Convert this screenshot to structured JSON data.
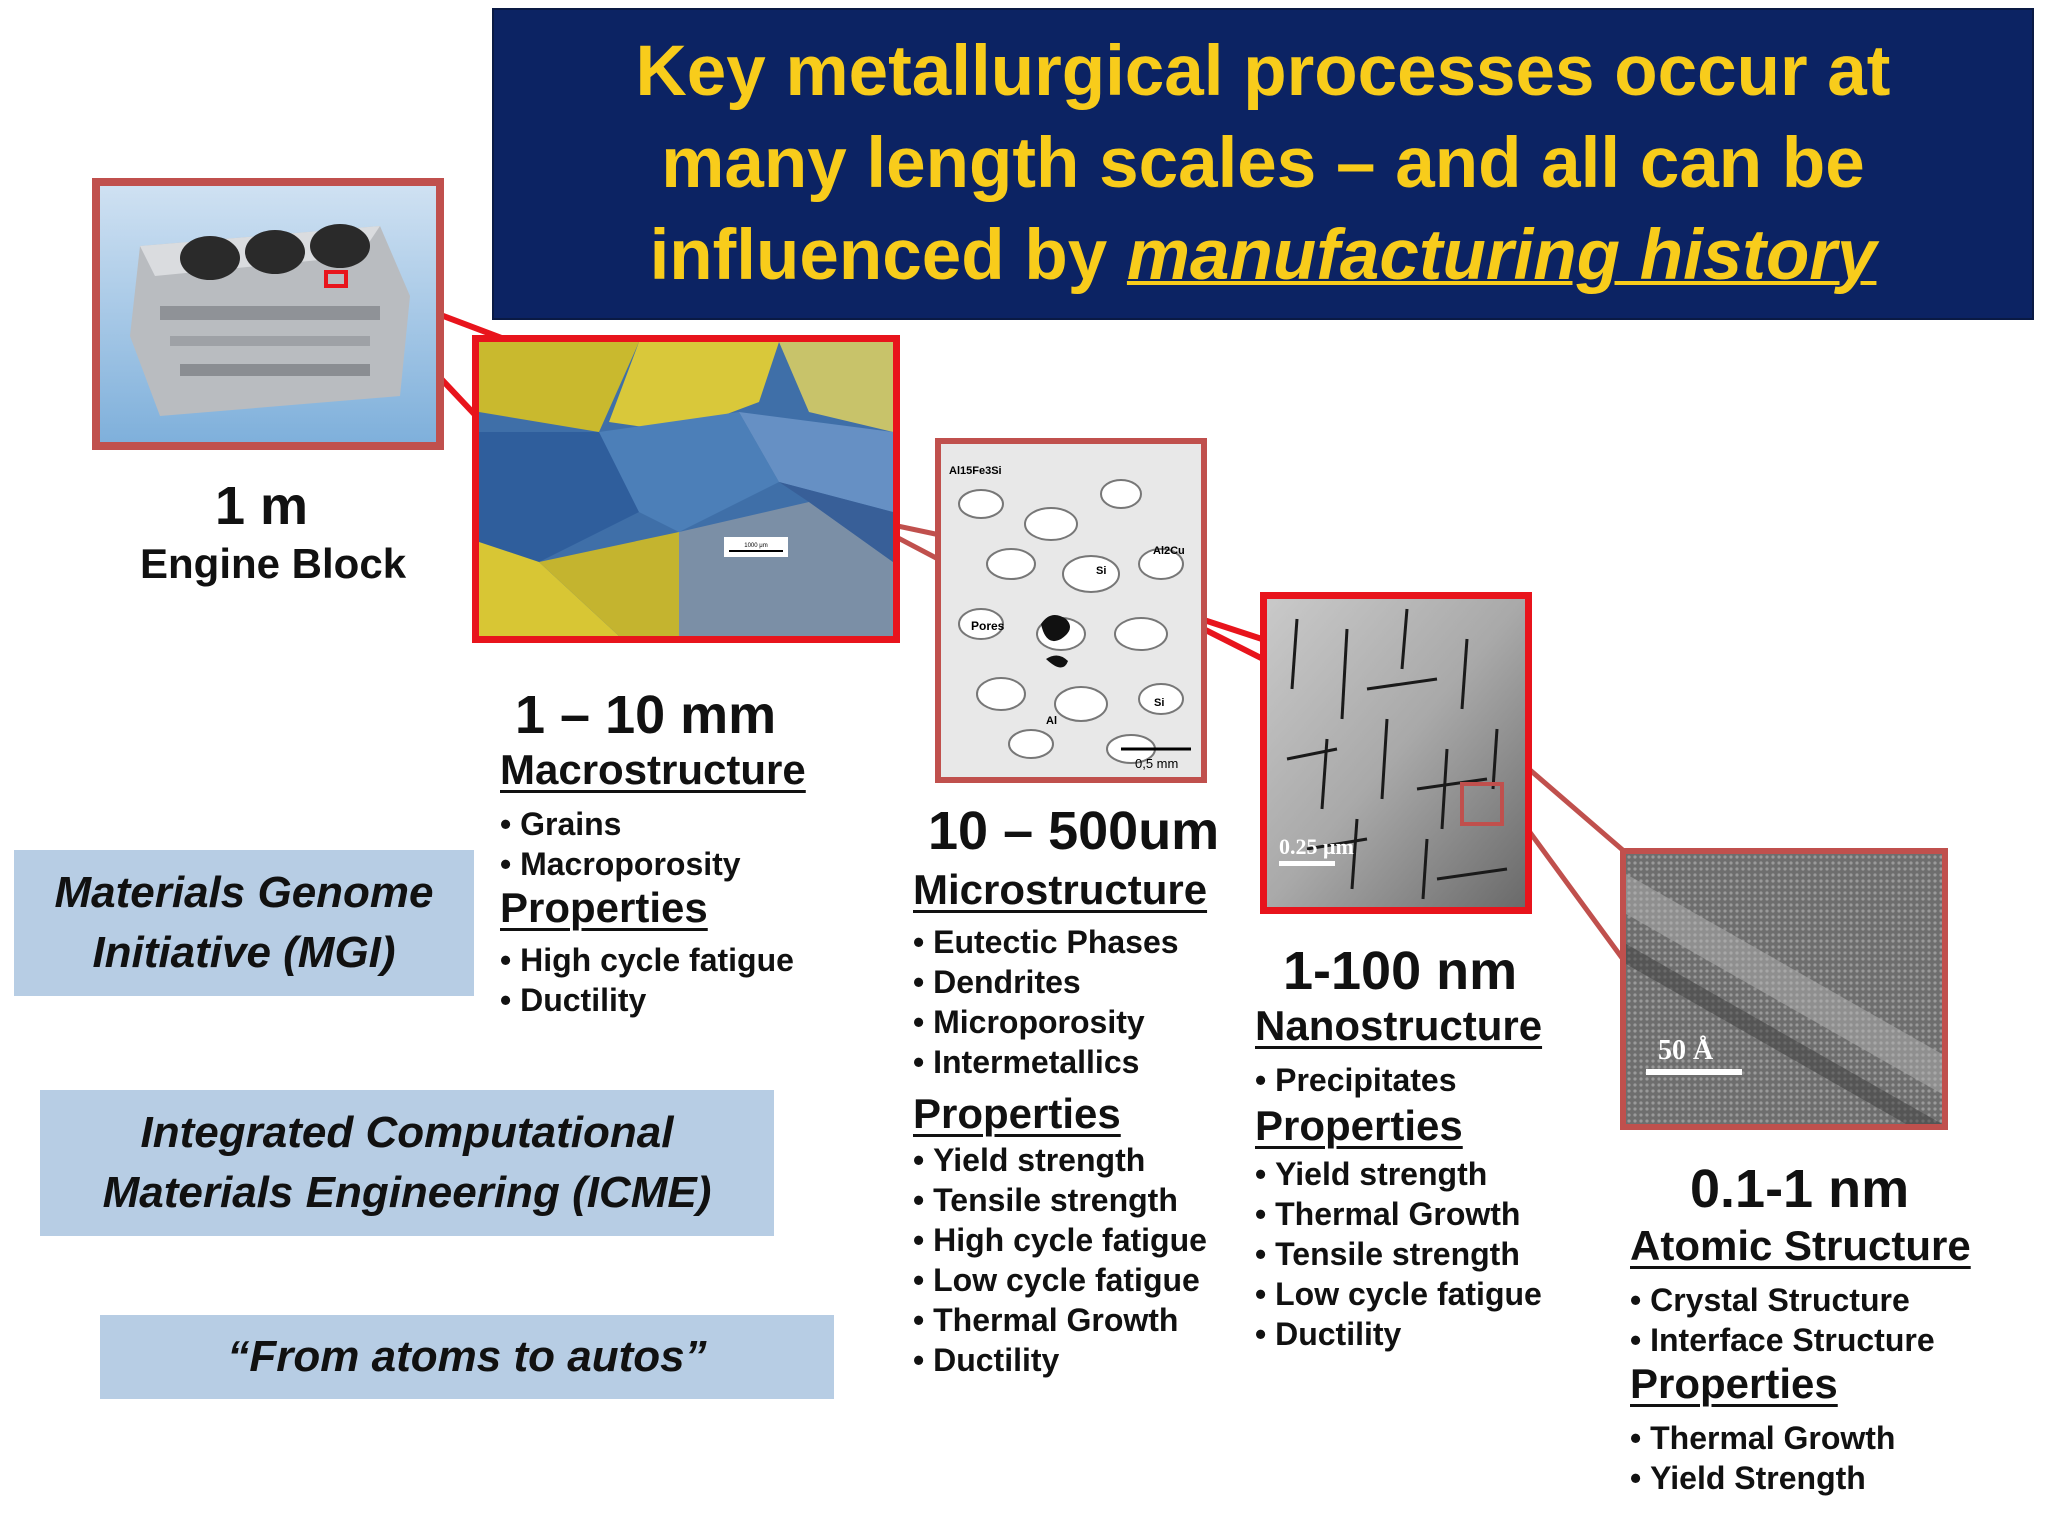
{
  "title": {
    "line1": "Key metallurgical processes occur at",
    "line2": "many length scales – and all can be",
    "line3_prefix": "influenced by ",
    "line3_emph": "manufacturing history"
  },
  "colors": {
    "banner_bg": "#0c2363",
    "banner_text": "#f8cc1b",
    "frame_red": "#e8141c",
    "frame_muted": "#c0504d",
    "callout_bg": "#b7cde4"
  },
  "engine_block": {
    "scale": "1 m",
    "label": "Engine Block"
  },
  "macro": {
    "scale": "1 – 10 mm",
    "heading": "Macrostructure",
    "items": [
      "Grains",
      "Macroporosity"
    ],
    "properties_heading": "Properties",
    "properties": [
      "High cycle fatigue",
      "Ductility"
    ],
    "scalebar_label": "1000 μm"
  },
  "micro": {
    "scale": "10 – 500um",
    "heading": "Microstructure",
    "items": [
      "Eutectic Phases",
      "Dendrites",
      "Microporosity",
      "Intermetallics"
    ],
    "properties_heading": "Properties",
    "properties": [
      "Yield strength",
      "Tensile strength",
      "High cycle fatigue",
      "Low cycle fatigue",
      "Thermal Growth",
      "Ductility"
    ],
    "image_labels": {
      "al15fe3si": "Al15Fe3Si",
      "al2cu": "Al2Cu",
      "si_top": "Si",
      "pores": "Pores",
      "al": "Al",
      "si_bottom": "Si",
      "scalebar": "0,5 mm"
    }
  },
  "nano": {
    "scale": "1-100 nm",
    "heading": "Nanostructure",
    "items": [
      "Precipitates"
    ],
    "properties_heading": "Properties",
    "properties": [
      "Yield strength",
      "Thermal Growth",
      "Tensile strength",
      "Low cycle fatigue",
      "Ductility"
    ],
    "scalebar_label": "0.25 μm"
  },
  "atomic": {
    "scale": "0.1-1 nm",
    "heading": "Atomic Structure",
    "items": [
      "Crystal Structure",
      "Interface Structure"
    ],
    "properties_heading": "Properties",
    "properties": [
      "Thermal Growth",
      "Yield Strength"
    ],
    "scalebar_label": "50 Å"
  },
  "callouts": {
    "mgi": [
      "Materials Genome",
      "Initiative (MGI)"
    ],
    "icme": [
      "Integrated Computational",
      "Materials Engineering (ICME)"
    ],
    "motto": "“From atoms to autos”"
  }
}
